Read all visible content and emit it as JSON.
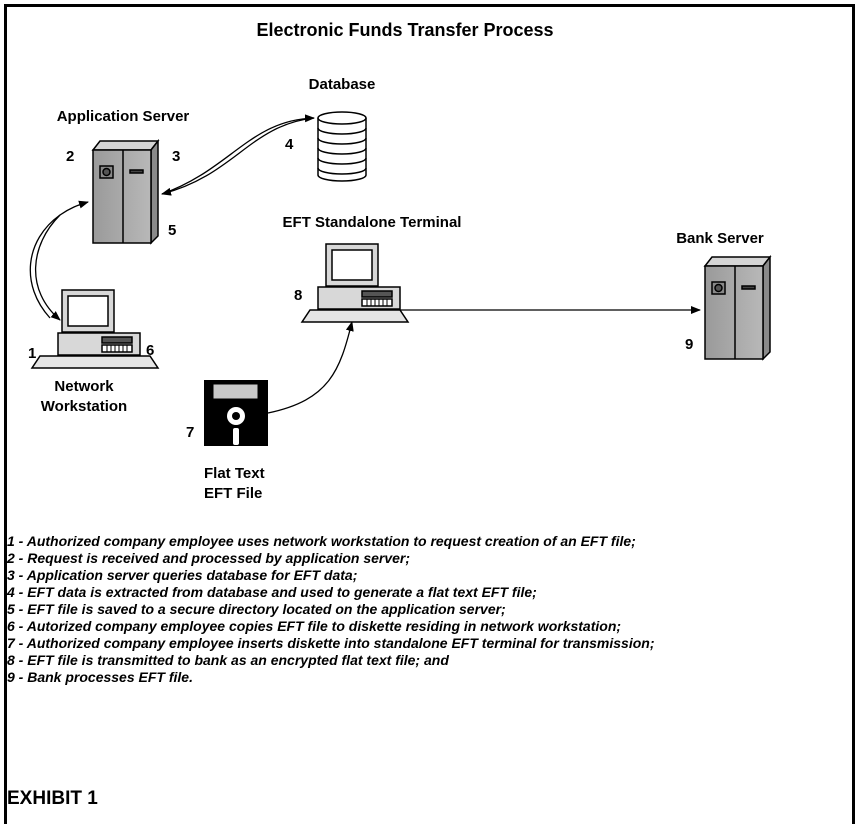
{
  "title": "Electronic Funds Transfer Process",
  "nodes": {
    "database": {
      "label": "Database",
      "number": "4"
    },
    "application_server": {
      "label": "Application Server",
      "numbers": [
        "2",
        "3",
        "5"
      ]
    },
    "eft_terminal": {
      "label": "EFT Standalone Terminal",
      "number": "8"
    },
    "bank_server": {
      "label": "Bank Server",
      "number": "9"
    },
    "network_workstation": {
      "label_line1": "Network",
      "label_line2": "Workstation",
      "numbers": [
        "1",
        "6"
      ]
    },
    "flat_file": {
      "label_line1": "Flat Text",
      "label_line2": "EFT File",
      "number": "7"
    }
  },
  "steps": [
    "1 - Authorized company employee uses network workstation to request creation of an EFT file;",
    "2 - Request is received and processed by application server;",
    "3 - Application server queries database for EFT data;",
    "4 - EFT data is extracted from database and used to generate a flat text EFT file;",
    "5 - EFT file is saved to a secure directory located on the application server;",
    "6 - Autorized company employee copies EFT file to diskette residing in network workstation;",
    "7 - Authorized company employee inserts diskette into standalone EFT terminal for transmission;",
    "8 - EFT file is transmitted to bank as an encrypted flat text file; and",
    "9 - Bank processes EFT file."
  ],
  "exhibit": "EXHIBIT 1"
}
